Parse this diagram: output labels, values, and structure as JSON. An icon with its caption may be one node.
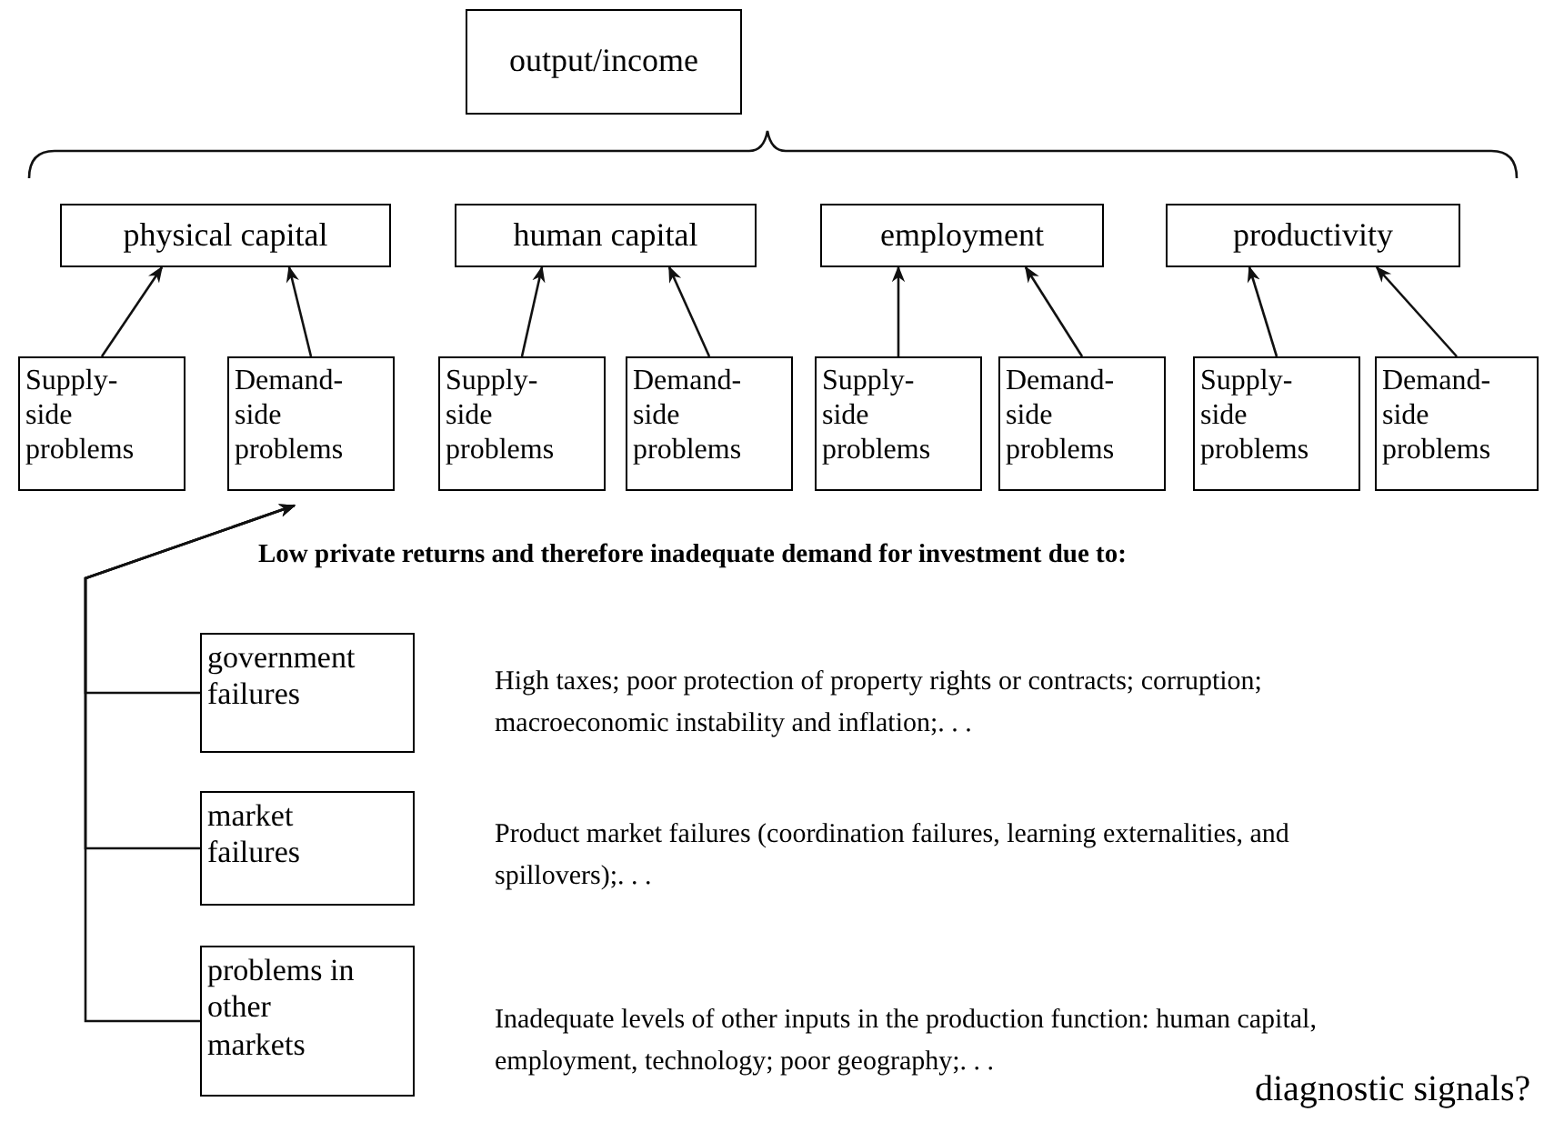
{
  "diagram": {
    "nodes": [
      {
        "text": [
          "output/income"
        ]
      },
      {
        "text": [
          "physical capital"
        ]
      },
      {
        "text": [
          "human capital"
        ]
      },
      {
        "text": [
          "employment"
        ]
      },
      {
        "text": [
          "productivity"
        ]
      },
      {
        "text": [
          "Supply-side problems"
        ]
      },
      {
        "text": [
          "Demand-side problems"
        ]
      },
      {
        "text": [
          "Supply-side problems"
        ]
      },
      {
        "text": [
          "Demand-side problems"
        ]
      },
      {
        "text": [
          "Supply-side problems"
        ]
      },
      {
        "text": [
          "Demand-side problems"
        ]
      },
      {
        "text": [
          "Supply-side problems"
        ]
      },
      {
        "text": [
          "Demand-side problems"
        ]
      },
      {
        "text": [
          "government failures"
        ],
        "beside": [
          "High taxes; poor protection of property rights or contracts; corruption; macroeconomic instability and inflation;. . ."
        ]
      },
      {
        "text": [
          "market failures"
        ],
        "beside": [
          "Product market failures (coordination failures, learning externalities, and spillovers);. . ."
        ]
      },
      {
        "text": [
          "problems in other markets"
        ],
        "beside": [
          "Inadequate levels of other inputs in the production function: human capital, employment, technology; poor geography;. . ."
        ]
      }
    ],
    "edges": [
      {
        "from": 5,
        "to": 1,
        "arrow": "to"
      },
      {
        "from": 6,
        "to": 1,
        "arrow": "to"
      },
      {
        "from": 7,
        "to": 2,
        "arrow": "to"
      },
      {
        "from": 8,
        "to": 2,
        "arrow": "to"
      },
      {
        "from": 9,
        "to": 3,
        "arrow": "to"
      },
      {
        "from": 10,
        "to": 3,
        "arrow": "to"
      },
      {
        "from": 11,
        "to": 4,
        "arrow": "to"
      },
      {
        "from": 12,
        "to": 4,
        "arrow": "to"
      },
      {
        "from": 13,
        "to": 6,
        "arrow": "to"
      },
      {
        "from": 14,
        "to": 6,
        "arrow": "to"
      },
      {
        "from": 15,
        "to": 6,
        "arrow": "to"
      }
    ],
    "labels": [
      "Low private returns and therefore inadequate demand for investment due to:",
      "diagnostic signals?"
    ]
  }
}
